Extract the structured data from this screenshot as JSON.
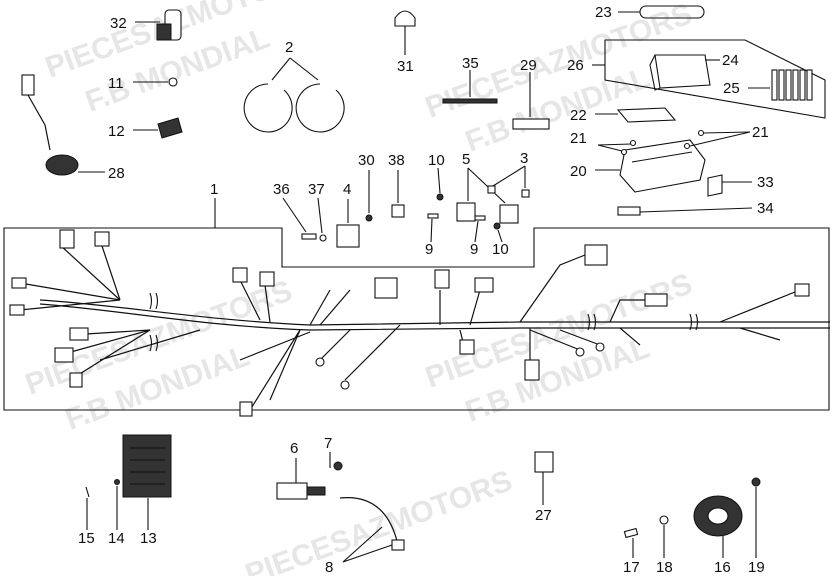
{
  "watermark": {
    "line_a": "PIECESAZMOTORS",
    "line_b": "F.B MONDIAL"
  },
  "callouts": {
    "c1": "1",
    "c2": "2",
    "c3": "3",
    "c4": "4",
    "c5": "5",
    "c6": "6",
    "c7": "7",
    "c8": "8",
    "c9a": "9",
    "c9b": "9",
    "c10a": "10",
    "c10b": "10",
    "c11": "11",
    "c12": "12",
    "c13": "13",
    "c14": "14",
    "c15": "15",
    "c16": "16",
    "c17": "17",
    "c18": "18",
    "c19": "19",
    "c20": "20",
    "c21a": "21",
    "c21b": "21",
    "c22": "22",
    "c23": "23",
    "c24": "24",
    "c25": "25",
    "c26": "26",
    "c27": "27",
    "c28": "28",
    "c29": "29",
    "c30": "30",
    "c31": "31",
    "c32": "32",
    "c33": "33",
    "c34": "34",
    "c35": "35",
    "c36": "36",
    "c37": "37",
    "c38": "38"
  }
}
